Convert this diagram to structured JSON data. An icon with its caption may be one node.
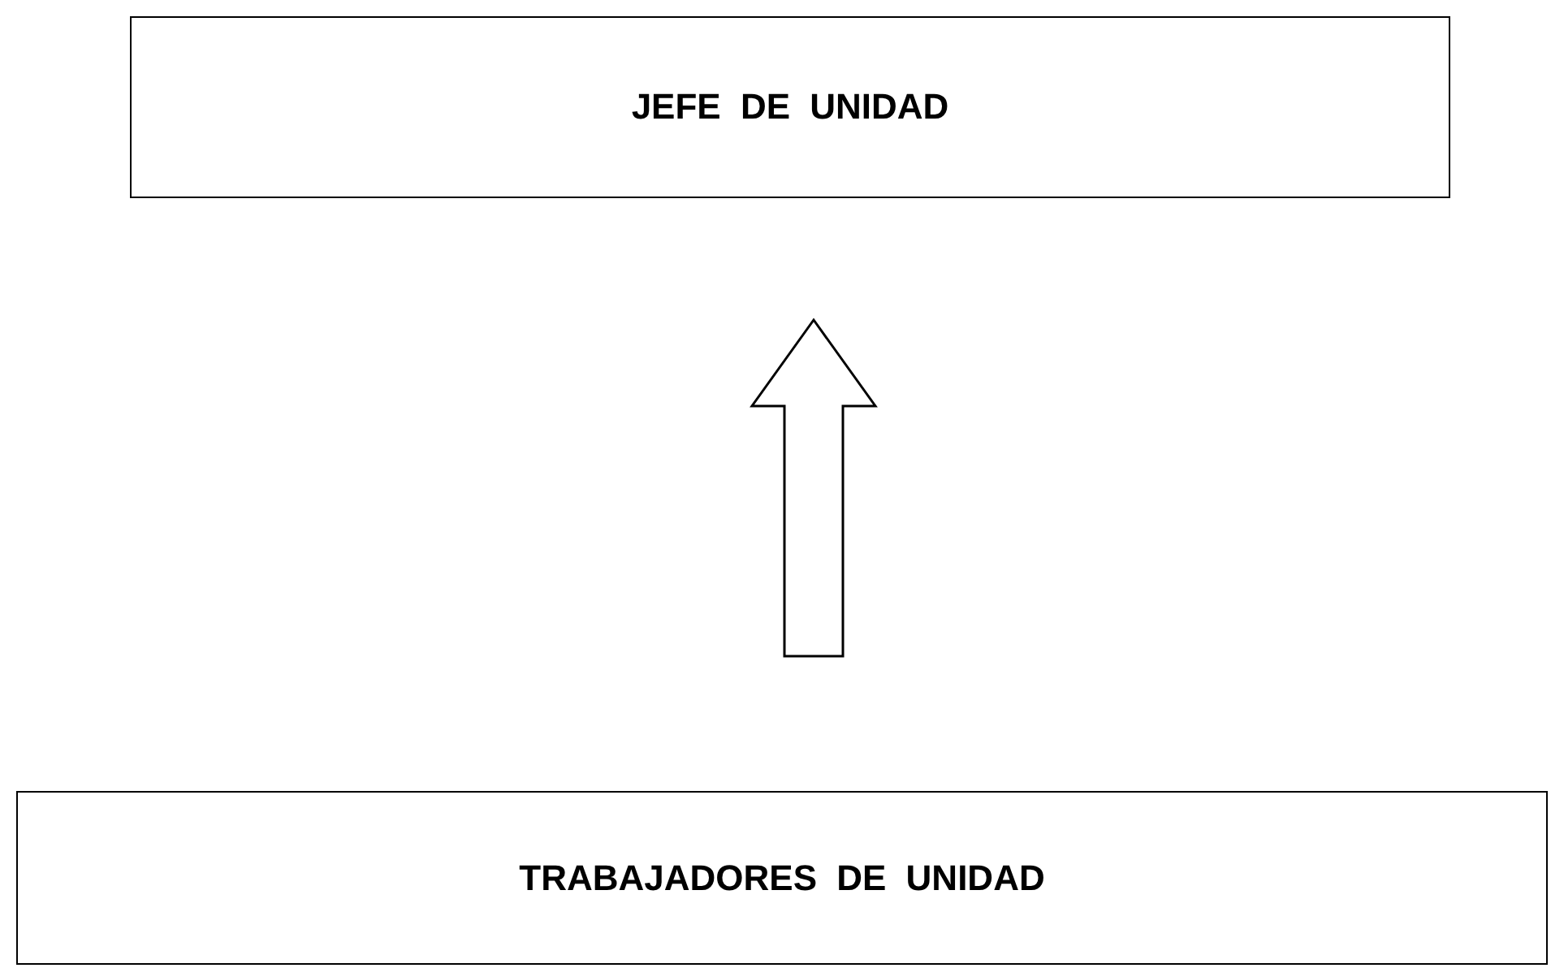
{
  "diagram": {
    "nodes": [
      {
        "text": [
          "JEFE DE UNIDAD"
        ]
      },
      {
        "text": [
          "TRABAJADORES DE UNIDAD"
        ]
      }
    ],
    "edges": [
      {
        "from": 1,
        "to": 0,
        "arrow": "to"
      }
    ]
  }
}
